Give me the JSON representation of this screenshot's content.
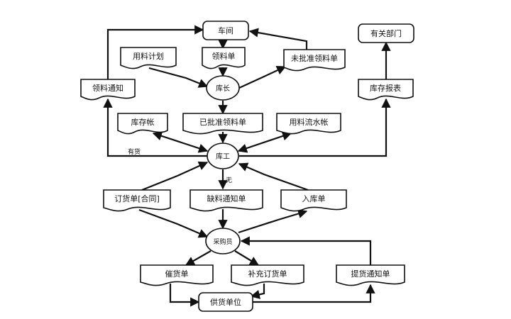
{
  "diagram": {
    "nodes": {
      "chejian": "车间",
      "yongliao_jihua": "用料计划",
      "lingliao_dan": "领料单",
      "weipizhun_lingliao_dan": "未批准领料单",
      "kuzhang": "库长",
      "lingliao_tongzhi": "领料通知",
      "youguan_bumen": "有关部门",
      "kucun_baobiao": "库存报表",
      "kucun_zhang": "库存帐",
      "yipizhun_lingliao_dan": "已批准领料单",
      "yongliao_liushui_zhang": "用料流水帐",
      "kugong": "库工",
      "dinghuo_dan": "订货单[合同]",
      "queliao_tongzhi_dan": "缺料通知单",
      "ruku_dan": "入库单",
      "caigou_yuan": "采购员",
      "cuihuo_dan": "催货单",
      "buchong_dinghuo_dan": "补充订货单",
      "tihuo_tongzhi_dan": "提货通知单",
      "gonghuo_danwei": "供货单位"
    },
    "edge_labels": {
      "youhuo": "有货",
      "wu": "无"
    }
  }
}
